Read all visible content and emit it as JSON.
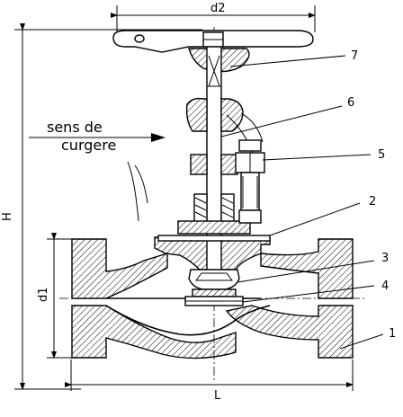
{
  "dimensions": {
    "top_width": "d2",
    "height": "H",
    "flange_diameter": "d1",
    "length": "L"
  },
  "flow_label": {
    "line1": "sens de",
    "line2": "curgere"
  },
  "callouts": [
    "7",
    "6",
    "5",
    "2",
    "3",
    "4",
    "1"
  ],
  "icons": {
    "flow_arrow": "arrow-right-icon"
  }
}
